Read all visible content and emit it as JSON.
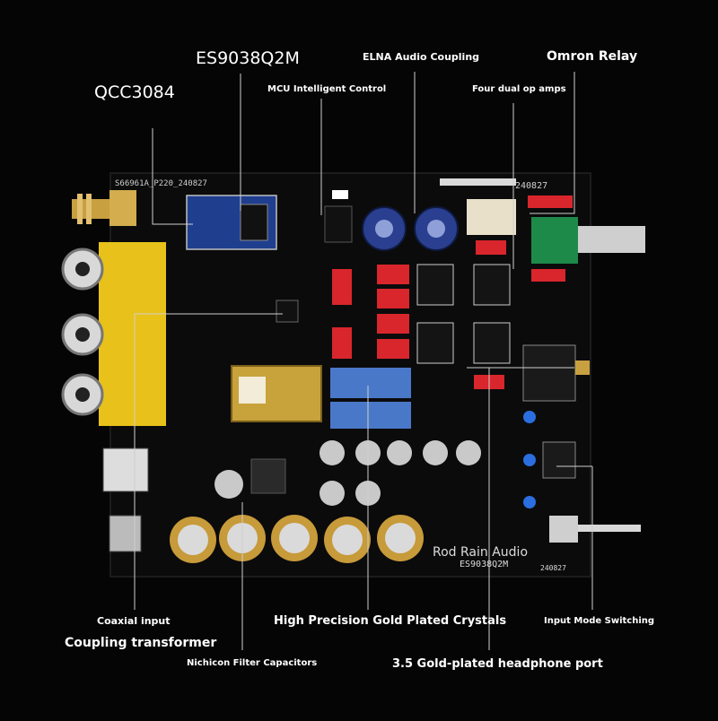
{
  "labels": {
    "qcc": "QCC3084",
    "es_chip": "ES9038Q2M",
    "elna": "ELNA Audio Coupling",
    "omron": "Omron Relay",
    "mcu": "MCU Intelligent Control",
    "opamps": "Four dual op amps",
    "coaxial": "Coaxial input",
    "coupling": "Coupling transformer",
    "crystals": "High Precision Gold Plated Crystals",
    "nichicon": "Nichicon Filter Capacitors",
    "input_mode": "Input Mode Switching",
    "headphone": "3.5 Gold-plated headphone port"
  },
  "board": {
    "silk_top": "S66961A_P220_240827",
    "silk_date": "240827",
    "brand": "Rod Rain Audio",
    "model": "ES9038Q2M",
    "date_bottom": "240827"
  },
  "colors": {
    "pcb": "#0b0b0c",
    "rca_yellow": "#e8c21a",
    "cap_blue": "#2a3f8f",
    "film_red": "#d8262c",
    "crystal_gold": "#c8a23a",
    "nichicon_gold": "#c79a3a"
  }
}
